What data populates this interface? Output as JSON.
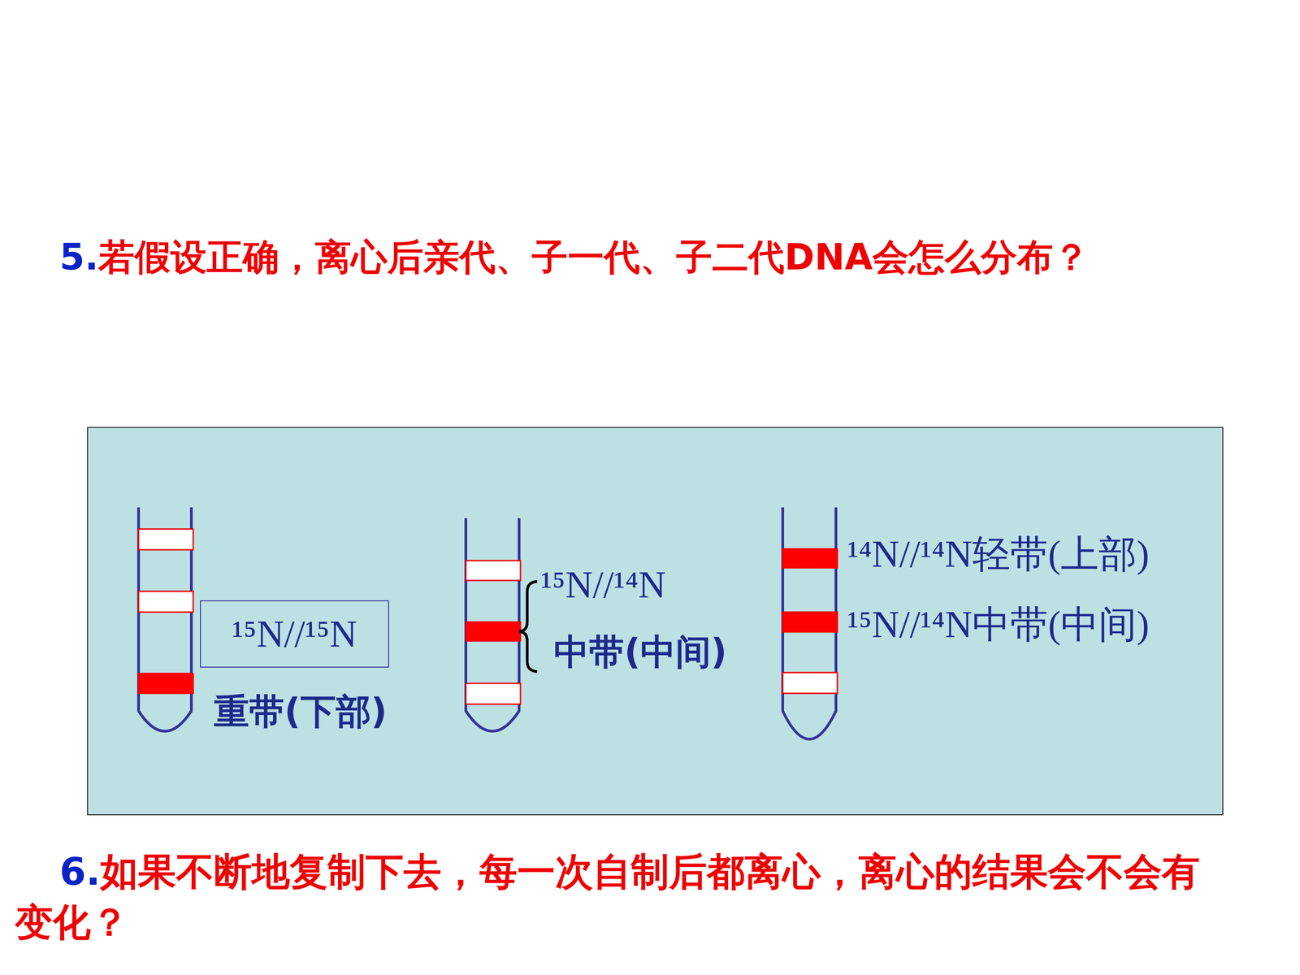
{
  "diagram": {
    "title": "5.若假设正确，离心后亲代、子一代、子二代DNA会怎么分布？",
    "caption": "6.如果不断地复制下去，每一次自制后都离心，离心的结果会不会有变化？",
    "nodes": [
      {
        "text": [
          "¹⁵N//¹⁵N"
        ]
      }
    ],
    "labels": [
      "重带(下部)",
      "¹⁵N//¹⁴N",
      "中带(中间)",
      "¹⁴N//¹⁴N轻带(上部)",
      "¹⁵N//¹⁴N中带(中间)"
    ]
  }
}
